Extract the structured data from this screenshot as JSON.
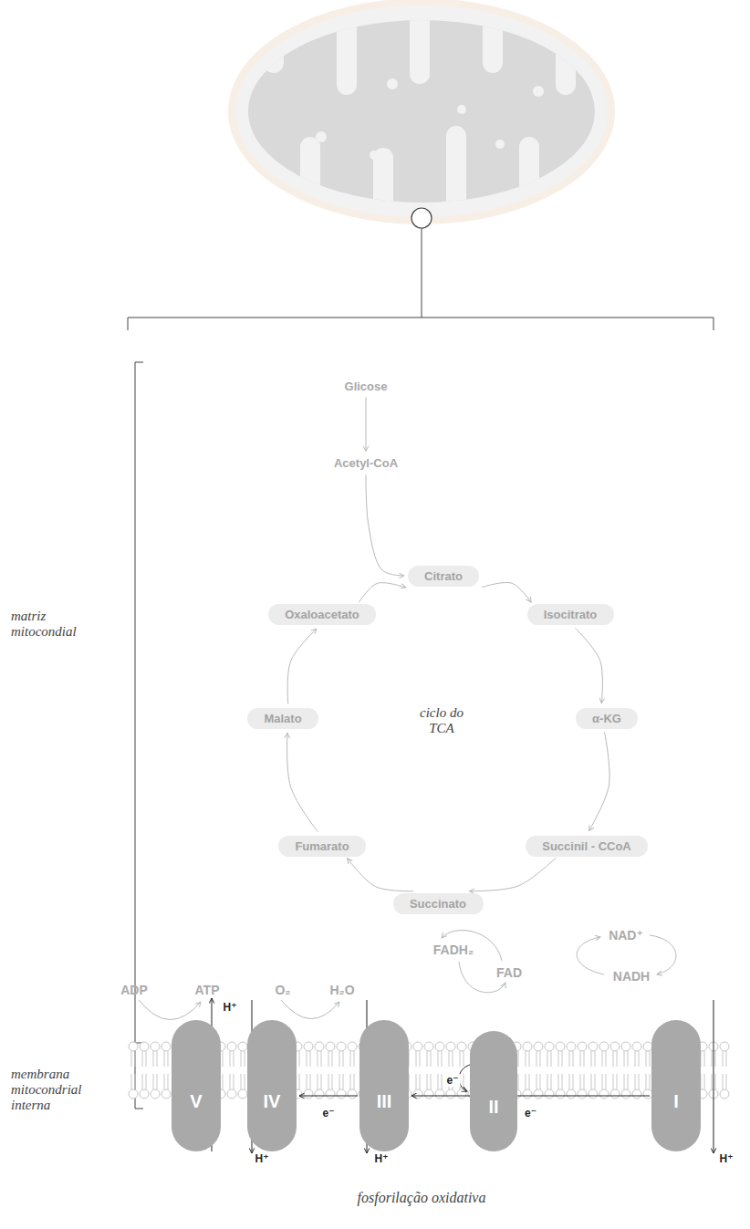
{
  "diagram": {
    "caption": "fosforilação oxidativa",
    "nodes": [
      {
        "text": [
          "Glicose"
        ]
      },
      {
        "text": [
          "Acetyl-CoA"
        ]
      },
      {
        "text": [
          "Citrato"
        ]
      },
      {
        "text": [
          "Isocitrato"
        ]
      },
      {
        "text": [
          "α-KG"
        ]
      },
      {
        "text": [
          "Succinil - CCoA"
        ]
      },
      {
        "text": [
          "Succinato"
        ]
      },
      {
        "text": [
          "Fumarato"
        ]
      },
      {
        "text": [
          "Malato"
        ]
      },
      {
        "text": [
          "Oxaloacetato"
        ]
      },
      {
        "text": [
          "V"
        ]
      },
      {
        "text": [
          "IV"
        ]
      },
      {
        "text": [
          "III"
        ]
      },
      {
        "text": [
          "II"
        ]
      },
      {
        "text": [
          "I"
        ]
      }
    ],
    "edges": [
      {
        "from": 0,
        "to": 1,
        "arrow": "to"
      },
      {
        "from": 1,
        "to": 2,
        "arrow": "to"
      },
      {
        "from": 2,
        "to": 3,
        "arrow": "to"
      },
      {
        "from": 3,
        "to": 4,
        "arrow": "to"
      },
      {
        "from": 4,
        "to": 5,
        "arrow": "to"
      },
      {
        "from": 5,
        "to": 6,
        "arrow": "to"
      },
      {
        "from": 6,
        "to": 7,
        "arrow": "to"
      },
      {
        "from": 7,
        "to": 8,
        "arrow": "to"
      },
      {
        "from": 8,
        "to": 9,
        "arrow": "to"
      },
      {
        "from": 9,
        "to": 2,
        "arrow": "to"
      },
      {
        "from": 14,
        "to": 12,
        "label": "e⁻",
        "arrow": "to"
      },
      {
        "from": 12,
        "to": 11,
        "label": "e⁻",
        "arrow": "to"
      }
    ],
    "labels": [
      "matriz mitocondial",
      "ciclo do TCA",
      "membrana mitocondrial interna",
      "ADP",
      "ATP",
      "O₂",
      "H₂O",
      "FADH₂",
      "FAD",
      "NAD⁺",
      "NADH",
      "H⁺",
      "H⁺",
      "H⁺",
      "H⁺",
      "e⁻"
    ]
  }
}
